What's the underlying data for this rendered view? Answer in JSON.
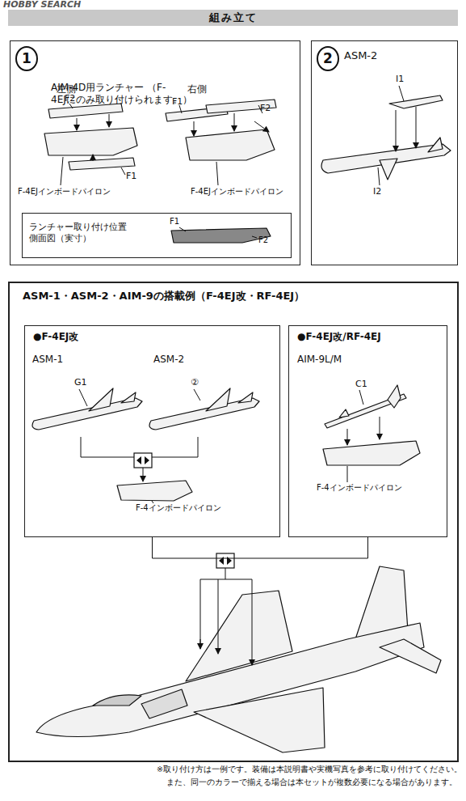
{
  "diagram": {
    "title": "組み立て",
    "nodes": [
      {
        "text": [
          "AIM-4D用ランチャー （F-4EJにのみ取り付けられます。）"
        ]
      },
      {
        "text": [
          "1"
        ],
        "in": 0
      },
      {
        "text": [
          "ランチャー取り付け位置 側面図（実寸）"
        ],
        "in": 0
      },
      {
        "text": [
          "ASM-2"
        ]
      },
      {
        "text": [
          "2"
        ],
        "in": 3
      },
      {
        "text": [
          "ASM-1・ASM-2・AIM-9の搭載例（F-4EJ改・RF-4EJ）"
        ]
      },
      {
        "text": [
          "●F-4EJ改"
        ],
        "in": 5
      },
      {
        "text": [
          "●F-4EJ改/RF-4EJ"
        ],
        "in": 5
      }
    ],
    "edges": [
      {
        "from": 6,
        "to": 7,
        "arrow": "none"
      }
    ],
    "labels": [
      "HOBBY SEARCH",
      "左側",
      "右側",
      "F2",
      "F1",
      "F1",
      "F2",
      "F-4EJインボードパイロン",
      "F-4EJインボードパイロン",
      "F1",
      "F2",
      "I1",
      "I2",
      "ASM-1",
      "ASM-2",
      "G1",
      "②",
      "F-4インボードパイロン",
      "AIM-9L/M",
      "C1",
      "F-4インボードパイロン",
      "※取り付け方は一例です。装備は本説明書や実機写真を参考に取り付けてください。",
      "また、同一のカラーで揃える場合は本セットが複数必要になる場合があります。"
    ]
  }
}
